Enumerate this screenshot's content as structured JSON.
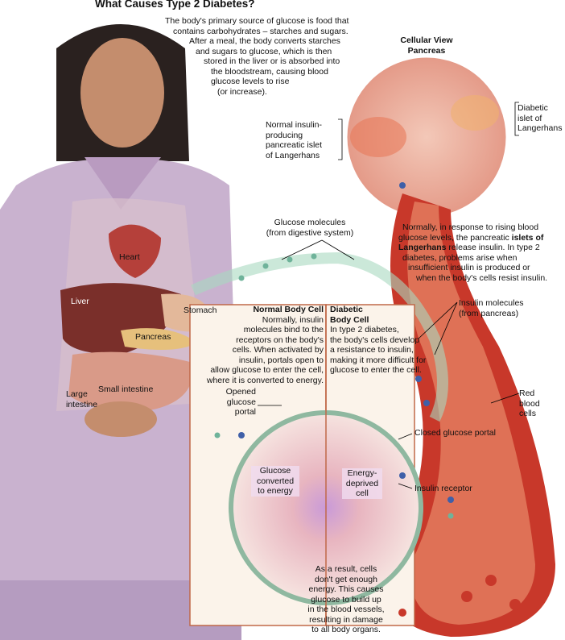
{
  "title": "What Causes Type 2 Diabetes?",
  "intro": [
    "The body's primary source of glucose is food that",
    "contains carbohydrates – starches and sugars.",
    "After a meal, the body converts starches",
    "and sugars to glucose, which is then",
    "stored in the liver or is absorbed into",
    "the bloodstream, causing blood",
    "glucose levels to rise",
    "(or increase)."
  ],
  "pancreas_view": {
    "title_1": "Cellular View",
    "title_2": "Pancreas"
  },
  "labels": {
    "diabetic_islet": [
      "Diabetic",
      "islet of",
      "Langerhans"
    ],
    "normal_islet": [
      "Normal insulin-",
      "producing",
      "pancreatic islet",
      "of Langerhans"
    ],
    "glucose_molecules": [
      "Glucose molecules",
      "(from digestive system)"
    ],
    "insulin_molecules": [
      "Insulin molecules",
      "(from pancreas)"
    ],
    "red_blood_cells": [
      "Red",
      "blood",
      "cells"
    ],
    "closed_portal": "Closed glucose portal",
    "insulin_receptor": "Insulin receptor",
    "opened_portal": [
      "Opened",
      "glucose",
      "portal"
    ],
    "glucose_converted": [
      "Glucose",
      "converted",
      "to energy"
    ],
    "energy_deprived": [
      "Energy-",
      "deprived",
      "cell"
    ],
    "organs": {
      "heart": "Heart",
      "liver": "Liver",
      "stomach": "Stomach",
      "pancreas": "Pancreas",
      "large_intestine": [
        "Large",
        "intestine"
      ],
      "small_intestine": "Small intestine"
    }
  },
  "langerhans_text": {
    "line1": "Normally, in response to rising blood",
    "line2a": "glucose levels, the pancreatic ",
    "line2b": "islets of",
    "line3a": "Langerhans",
    "line3b": " release insulin. In type 2",
    "line4": "diabetes, problems arise when",
    "line5": "insufficient insulin is produced or",
    "line6": "when the body's cells resist insulin."
  },
  "normal_cell": {
    "title": "Normal Body Cell",
    "text": [
      "Normally, insulin",
      "molecules bind to the",
      "receptors on the body's",
      "cells. When activated by",
      "insulin, portals open to",
      "allow glucose to enter the cell,",
      "where it is converted to energy."
    ]
  },
  "diabetic_cell": {
    "title": [
      "Diabetic",
      "Body Cell"
    ],
    "text": [
      "In type 2 diabetes,",
      "the body's cells develop",
      "a resistance to insulin,",
      "making it more difficult for",
      "glucose to enter the cell."
    ]
  },
  "result_text": [
    "As a result, cells",
    "don't get enough",
    "energy. This causes",
    "glucose to build up",
    "in the blood vessels,",
    "resulting in damage",
    "to all body organs."
  ],
  "colors": {
    "jacket": "#c9b2cf",
    "vessel": "#c8382a",
    "cell_border": "#c06848",
    "glucose": "#6fb39a",
    "insulin": "#3f5fa8"
  }
}
